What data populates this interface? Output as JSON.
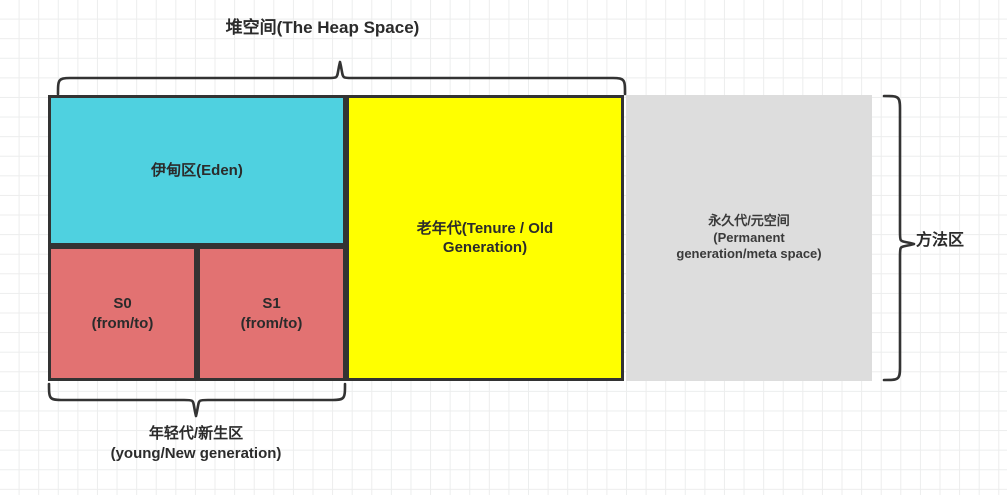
{
  "diagram": {
    "title": "堆空间(The Heap Space)",
    "boxes": {
      "eden": {
        "label": "伊甸区(Eden)",
        "color": "#4fd1e0"
      },
      "s0": {
        "label": "S0\n(from/to)",
        "color": "#e27272"
      },
      "s1": {
        "label": "S1\n(from/to)",
        "color": "#e27272"
      },
      "old": {
        "label": "老年代(Tenure / Old\nGeneration)",
        "color": "#ffff00"
      },
      "perm": {
        "label": "永久代/元空间\n(Permanent\ngeneration/meta space)",
        "color": "#dddddd"
      }
    },
    "braces": {
      "top_label": "堆空间(The Heap Space)",
      "bottom_label": "年轻代/新生区\n(young/New generation)",
      "right_label": "方法区"
    },
    "stroke_color": "#333333",
    "grid_color": "#eceded",
    "background": "#ffffff"
  }
}
